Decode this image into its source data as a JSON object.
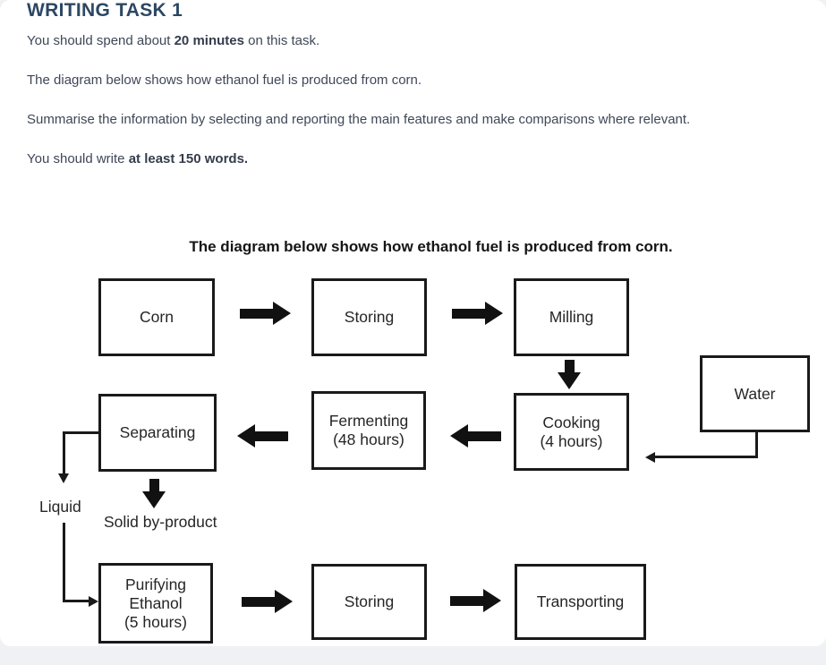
{
  "page": {
    "title": "WRITING TASK 1",
    "instructions": [
      {
        "pre": "You should spend about ",
        "bold": "20 minutes",
        "post": " on this task."
      },
      {
        "pre": "The diagram below shows how ethanol fuel is produced from corn.",
        "bold": "",
        "post": ""
      },
      {
        "pre": "Summarise the information by selecting and reporting the main features and make comparisons where relevant.",
        "bold": "",
        "post": ""
      },
      {
        "pre": "You should write ",
        "bold": "at least 150 words.",
        "post": ""
      }
    ]
  },
  "diagram": {
    "title": "The diagram below shows how ethanol fuel is produced from corn.",
    "boxes": {
      "corn": {
        "label": "Corn"
      },
      "storing1": {
        "label": "Storing"
      },
      "milling": {
        "label": "Milling"
      },
      "water": {
        "label": "Water"
      },
      "separating": {
        "label": "Separating"
      },
      "fermenting": {
        "line1": "Fermenting",
        "line2": "(48 hours)"
      },
      "cooking": {
        "line1": "Cooking",
        "line2": "(4 hours)"
      },
      "purifying": {
        "line1": "Purifying",
        "line2": "Ethanol",
        "line3": "(5 hours)"
      },
      "storing2": {
        "label": "Storing"
      },
      "transporting": {
        "label": "Transporting"
      }
    },
    "labels": {
      "liquid": "Liquid",
      "solid_by_product": "Solid by-product"
    }
  },
  "colors": {
    "heading": "#2b4763",
    "body_text": "#3f4757",
    "diagram_ink": "#1a1a1a",
    "page_background": "#eff1f4"
  }
}
